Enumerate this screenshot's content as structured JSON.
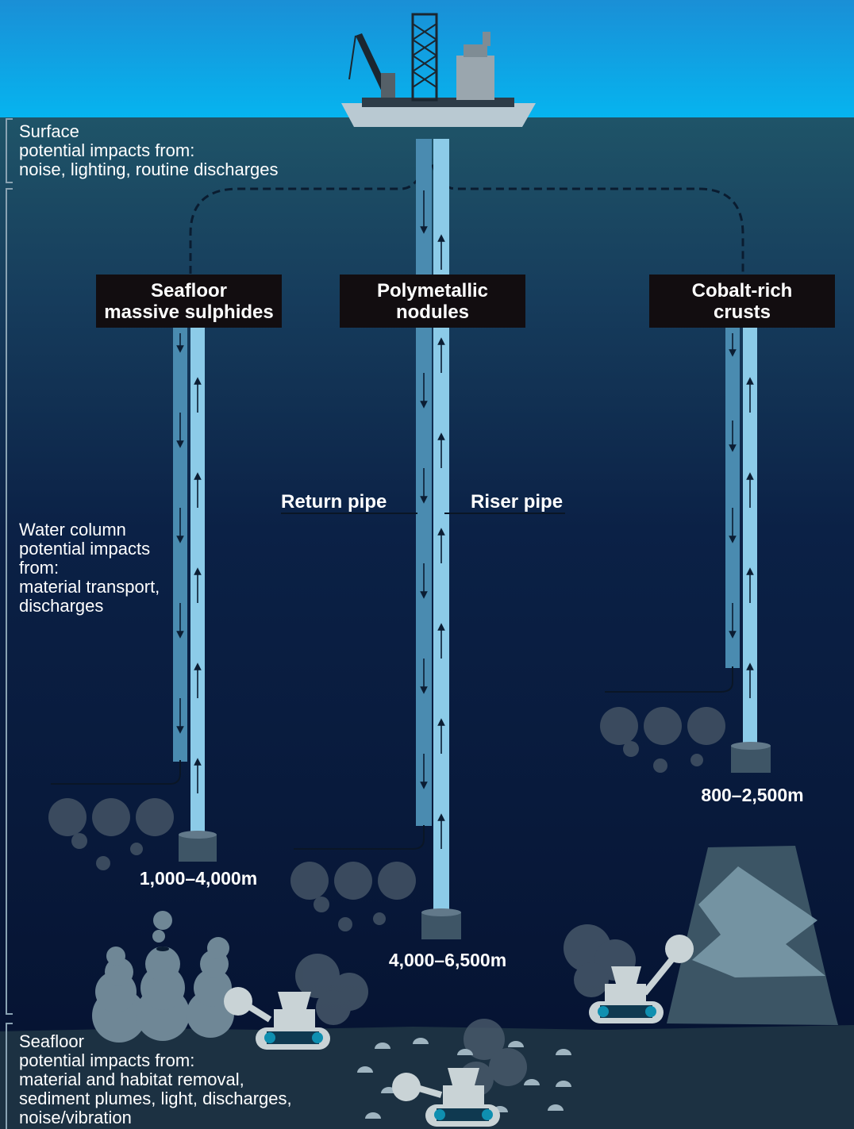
{
  "zones": {
    "surface": "Surface\npotential impacts from:\nnoise, lighting, routine discharges",
    "water_column": "Water column\npotential impacts\nfrom:\nmaterial transport,\ndischarges",
    "seafloor": "Seafloor\npotential impacts from:\nmaterial and habitat removal,\nsediment plumes, light, discharges,\nnoise/vibration"
  },
  "deposits": {
    "sulphides": "Seafloor\nmassive sulphides",
    "nodules": "Polymetallic\nnodules",
    "crusts": "Cobalt-rich\ncrusts"
  },
  "pipes": {
    "return": "Return pipe",
    "riser": "Riser pipe"
  },
  "depths": {
    "sulphides": "1,000–4,000m",
    "nodules": "4,000–6,500m",
    "crusts": "800–2,500m"
  },
  "colors": {
    "sky": "#1aa5e6",
    "surface_water": "#1d4f66",
    "deep_water": "#071633",
    "seafloor": "#1c3142",
    "pipe_return": "#4a8bb0",
    "pipe_riser": "#8ccbe8",
    "plume": "#3a4a5e",
    "collector": "#c9d3d6",
    "label_box": "#120d10"
  }
}
